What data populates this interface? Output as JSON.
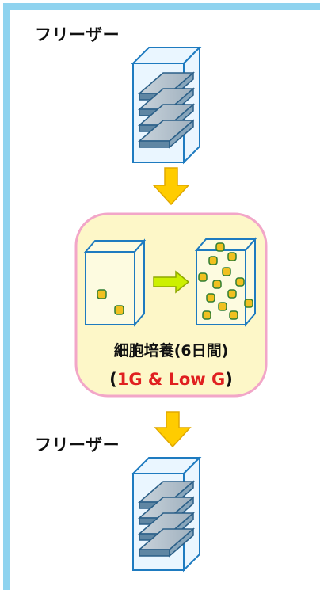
{
  "freezer_top": {
    "label": "フリーザー"
  },
  "freezer_bottom": {
    "label": "フリーザー"
  },
  "culture": {
    "title": "細胞培養(6日間)",
    "condition_open": "(",
    "condition": "1G & Low G",
    "condition_close": ")"
  },
  "colors": {
    "frame": "#8fd3ef",
    "box_fill": "#fdf7c8",
    "box_border": "#f2a6c8",
    "arrow_down": "#ffcc00",
    "arrow_right": "#ccf000",
    "cell_fill": "#f0c020",
    "cell_stroke": "#2e7d32",
    "cube_fill": "#eaf6ff",
    "cube_stroke": "#1e7bc0",
    "shelf": "#7a9ab0",
    "condition_text": "#e02020"
  }
}
